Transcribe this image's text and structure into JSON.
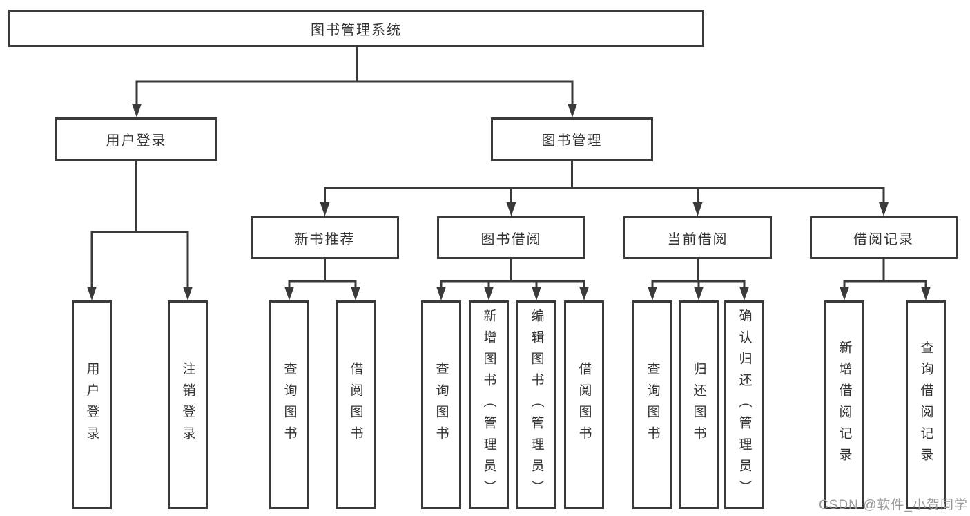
{
  "diagram": {
    "root": {
      "label": "图书管理系统"
    },
    "branches": [
      {
        "label": "用户登录",
        "children": [
          {
            "label": "用户登录"
          },
          {
            "label": "注销登录"
          }
        ]
      },
      {
        "label": "图书管理",
        "children": [
          {
            "label": "新书推荐",
            "children": [
              {
                "label": "查询图书"
              },
              {
                "label": "借阅图书"
              }
            ]
          },
          {
            "label": "图书借阅",
            "children": [
              {
                "label": "查询图书"
              },
              {
                "label": "新增图书（管理员）"
              },
              {
                "label": "编辑图书（管理员）"
              },
              {
                "label": "借阅图书"
              }
            ]
          },
          {
            "label": "当前借阅",
            "children": [
              {
                "label": "查询图书"
              },
              {
                "label": "归还图书"
              },
              {
                "label": "确认归还（管理员）"
              }
            ]
          },
          {
            "label": "借阅记录",
            "children": [
              {
                "label": "新增借阅记录"
              },
              {
                "label": "查询借阅记录"
              }
            ]
          }
        ]
      }
    ],
    "watermark": "CSDN @软件_小贺同学",
    "colors": {
      "line": "#3a3a3a",
      "box_border": "#3a3a3a",
      "text": "#333333",
      "watermark": "#9b9b9b",
      "background": "#ffffff"
    }
  }
}
